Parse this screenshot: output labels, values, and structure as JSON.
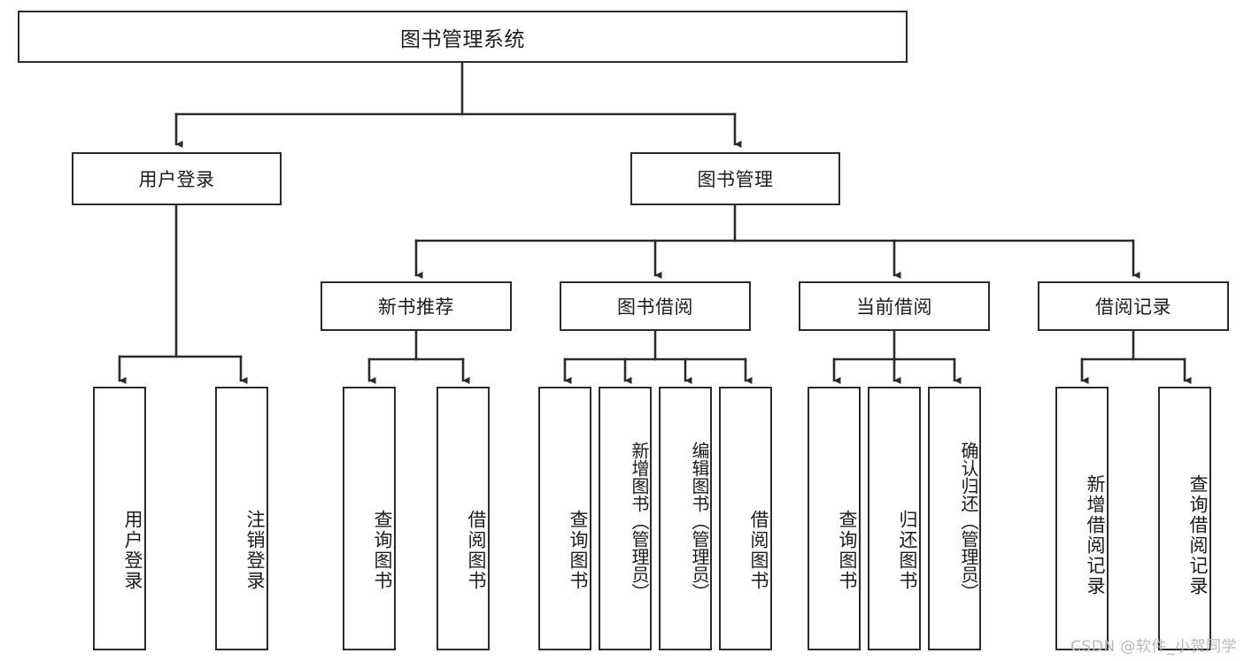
{
  "diagram": {
    "title": "图书管理系统",
    "type": "tree-hierarchy-chart",
    "stroke_color": "#2b2b2b",
    "background_color": "#ffffff",
    "root": {
      "label": "图书管理系统"
    },
    "level2": [
      {
        "label": "用户登录"
      },
      {
        "label": "图书管理"
      }
    ],
    "level3": [
      {
        "label": "新书推荐"
      },
      {
        "label": "图书借阅"
      },
      {
        "label": "当前借阅"
      },
      {
        "label": "借阅记录"
      }
    ],
    "leaves": {
      "user_login": [
        {
          "label": "用户登录"
        },
        {
          "label": "注销登录"
        }
      ],
      "new_book_recommend": [
        {
          "label": "查询图书"
        },
        {
          "label": "借阅图书"
        }
      ],
      "book_borrow": [
        {
          "label": "查询图书"
        },
        {
          "label": "新增图书（管理员）"
        },
        {
          "label": "编辑图书（管理员）"
        },
        {
          "label": "借阅图书"
        }
      ],
      "current_borrow": [
        {
          "label": "查询图书"
        },
        {
          "label": "归还图书"
        },
        {
          "label": "确认归还（管理员）"
        }
      ],
      "borrow_record": [
        {
          "label": "新增借阅记录"
        },
        {
          "label": "查询借阅记录"
        }
      ]
    }
  },
  "watermark": {
    "text": "CSDN @软件_小贺同学"
  }
}
